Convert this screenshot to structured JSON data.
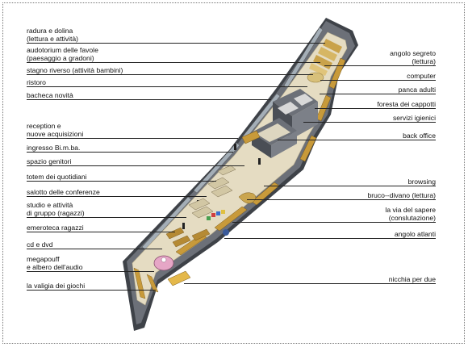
{
  "left_labels": [
    {
      "id": "radura",
      "text": "radura e dolina\n(lettura e attività)"
    },
    {
      "id": "auditorium",
      "text": "audotorium delle favole\n(paesaggio a gradoni)"
    },
    {
      "id": "stagno",
      "text": "stagno riverso (attività bambini)"
    },
    {
      "id": "ristoro",
      "text": "ristoro"
    },
    {
      "id": "bacheca",
      "text": "bacheca novità"
    },
    {
      "id": "reception",
      "text": "reception e\nnuove acquisizioni"
    },
    {
      "id": "ingresso",
      "text": "ingresso Bi.m.ba."
    },
    {
      "id": "genitori",
      "text": "spazio genitori"
    },
    {
      "id": "totem",
      "text": "totem dei quotidiani"
    },
    {
      "id": "salotto",
      "text": "salotto delle conferenze"
    },
    {
      "id": "studio",
      "text": "studio e attività\ndi gruppo (ragazzi)"
    },
    {
      "id": "emeroteca",
      "text": "emeroteca ragazzi"
    },
    {
      "id": "cd",
      "text": "cd e dvd"
    },
    {
      "id": "megapouff",
      "text": "megapouff\ne albero dell'audio"
    },
    {
      "id": "valigia",
      "text": "la valigia dei giochi"
    }
  ],
  "right_labels": [
    {
      "id": "angolo",
      "text": "angolo segreto\n(lettura)"
    },
    {
      "id": "computer",
      "text": "computer"
    },
    {
      "id": "panca",
      "text": "panca adulti"
    },
    {
      "id": "foresta",
      "text": "foresta dei cappotti"
    },
    {
      "id": "servizi",
      "text": "servizi igienici"
    },
    {
      "id": "backoffice",
      "text": "back office"
    },
    {
      "id": "browsing",
      "text": "browsing"
    },
    {
      "id": "bruco",
      "text": "bruco--divano (lettura)"
    },
    {
      "id": "via",
      "text": "la via del sapere\n(conslutazione)"
    },
    {
      "id": "atlanti",
      "text": "angolo atlanti"
    },
    {
      "id": "nicchia",
      "text": "nicchia per due"
    }
  ],
  "colors": {
    "wall": "#6a6e76",
    "wall_dark": "#3e4248",
    "floor": "#e4dcc3",
    "window": "#9aa5ae",
    "shelf": "#c89a3a",
    "pink": "#e6a6c6",
    "line": "#222222"
  }
}
